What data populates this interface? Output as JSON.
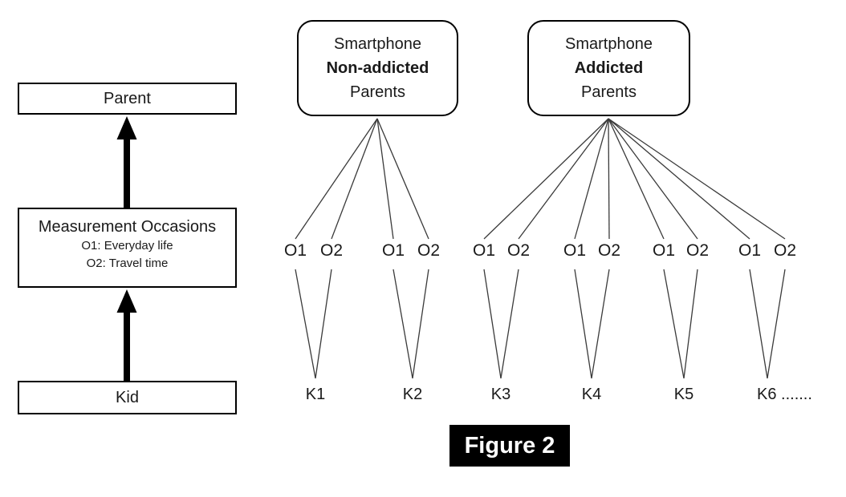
{
  "caption": "Figure 2",
  "left_flow": {
    "parent_label": "Parent",
    "measurement_title": "Measurement Occasions",
    "measurement_sub1": "O1: Everyday life",
    "measurement_sub2": "O2: Travel time",
    "kid_label": "Kid"
  },
  "groups": [
    {
      "line1": "Smartphone",
      "line2": "Non-addicted",
      "line3": "Parents"
    },
    {
      "line1": "Smartphone",
      "line2": "Addicted",
      "line3": "Parents"
    }
  ],
  "kids": [
    {
      "label": "K1",
      "o1": "O1",
      "o2": "O2"
    },
    {
      "label": "K2",
      "o1": "O1",
      "o2": "O2"
    },
    {
      "label": "K3",
      "o1": "O1",
      "o2": "O2"
    },
    {
      "label": "K4",
      "o1": "O1",
      "o2": "O2"
    },
    {
      "label": "K5",
      "o1": "O1",
      "o2": "O2"
    },
    {
      "label": "K6 .......",
      "o1": "O1",
      "o2": "O2"
    }
  ],
  "colors": {
    "background": "#ffffff",
    "box_border": "#000000",
    "text": "#1a1a1a",
    "connector_line": "#3a3a3a",
    "arrow": "#000000",
    "caption_bg": "#000000",
    "caption_text": "#ffffff"
  }
}
